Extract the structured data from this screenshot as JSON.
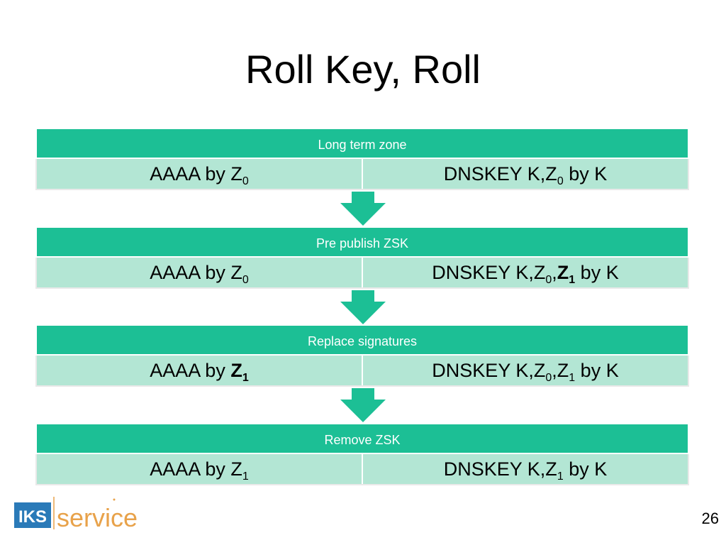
{
  "title": "Roll Key, Roll",
  "colors": {
    "header_bg": "#1cbf95",
    "row_bg": "#b3e6d4",
    "arrow": "#1cbf95",
    "logo_blue": "#2a7ab8",
    "logo_orange": "#e8a24a"
  },
  "stages": [
    {
      "label": "Long term zone",
      "left": {
        "prefix": "AAAA by Z",
        "sub": "0"
      },
      "right": {
        "prefix": "DNSKEY K,Z",
        "sub": "0",
        "suffix": " by K"
      }
    },
    {
      "label": "Pre publish ZSK",
      "left": {
        "prefix": "AAAA by Z",
        "sub": "0"
      },
      "right": {
        "prefix": "DNSKEY K,Z",
        "sub": "0",
        "bold_letter": "Z",
        "bold_sub": "1",
        "suffix": " by K"
      }
    },
    {
      "label": "Replace signatures",
      "left": {
        "prefix": "AAAA by ",
        "bold_letter": "Z",
        "bold_sub": "1"
      },
      "right": {
        "prefix": "DNSKEY K,Z",
        "sub": "0",
        "mid": ",Z",
        "sub2": "1",
        "suffix": " by K"
      }
    },
    {
      "label": "Remove ZSK",
      "left": {
        "prefix": "AAAA by Z",
        "sub": "1"
      },
      "right": {
        "prefix": "DNSKEY K,Z",
        "sub": "1",
        "suffix": " by K"
      }
    }
  ],
  "logo": {
    "part1": "IKS",
    "part2": "service"
  },
  "page_number": "26"
}
